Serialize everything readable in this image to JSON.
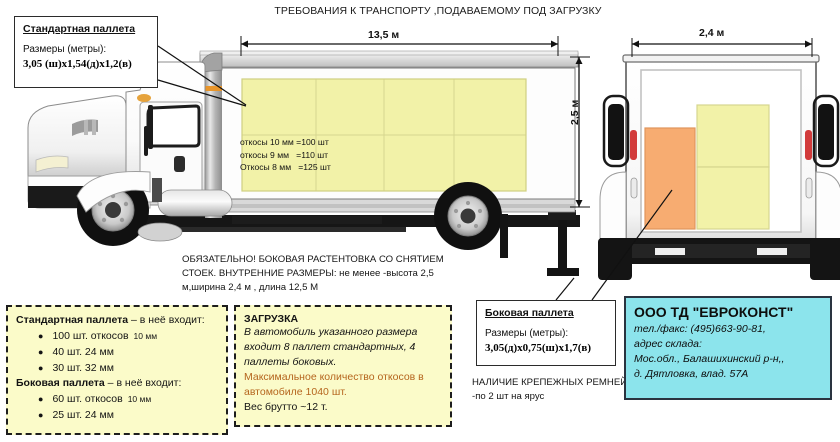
{
  "title": "ТРЕБОВАНИЯ К ТРАНСПОРТУ ,ПОДАВАЕМОМУ ПОД ЗАГРУЗКУ",
  "dimensions": {
    "length": "13,5 м",
    "width": "2,4 м",
    "height": "2,5 м"
  },
  "standard_pallet_callout": {
    "header": "Стандартная  паллета",
    "label": "Размеры (метры):",
    "dims": "3,05 (ш)x1,54(д)x1,2(в)"
  },
  "side_pallet_callout": {
    "header": "Боковая паллета",
    "label": "Размеры (метры):",
    "dims": "3,05(д)x0,75(ш)x1,7(в)"
  },
  "cargo_labels": [
    "откосы 10 мм =100 шт",
    "откосы 9 мм   =110 шт",
    "Откосы 8 мм   =125 шт"
  ],
  "warning_text": "ОБЯЗАТЕЛЬНО! БОКОВАЯ РАСТЕНТОВКА СО СНЯТИЕМ СТОЕК. ВНУТРЕННИЕ РАЗМЕРЫ: не менее -высота 2,5 м,ширина 2,4 м , длина 12,5 М",
  "straps_text": "НАЛИЧИЕ КРЕПЕЖНЫХ РЕМНЕЙ -по 2 шт на ярус",
  "pallet_contents_panel": {
    "standard_heading_bold": "Стандартная паллета",
    "standard_heading_rest": " – в неё входит:",
    "standard_items": [
      {
        "main": "100 шт. откосов",
        "unit": "10 мм"
      },
      {
        "main": "40 шт. 24 мм",
        "unit": ""
      },
      {
        "main": "30 шт. 32 мм",
        "unit": ""
      }
    ],
    "side_heading_bold": "Боковая паллета",
    "side_heading_rest": " – в неё входит:",
    "side_items": [
      {
        "main": "60 шт. откосов",
        "unit": "10 мм"
      },
      {
        "main": "25 шт. 24 мм",
        "unit": ""
      }
    ]
  },
  "loading_panel": {
    "title": "ЗАГРУЗКА",
    "italic_lines": [
      "В автомобиль указанного размера",
      "входит 8 паллет стандартных, 4",
      "паллеты боковых."
    ],
    "orange_lines": [
      "Максимальное количество откосов в",
      "автомобиле 1040 шт."
    ],
    "plain_line": "Вес брутто ~12 т."
  },
  "company_box": {
    "name": "ООО ТД \"ЕВРОКОНСТ\"",
    "lines": [
      "тел./факс: (495)663-90-81,",
      "адрес склада:",
      "Мос.обл., Балашихинский р-н,,",
      "д. Дятловка, влад. 57А"
    ]
  },
  "colors": {
    "pallet_yellow": "#f2f2a8",
    "side_pallet_orange": "#f7ac71",
    "panel_yellow": "#fbfbc9",
    "company_cyan": "#8ce4ec",
    "company_border": "#2a3440",
    "orange_text": "#b5651d"
  }
}
